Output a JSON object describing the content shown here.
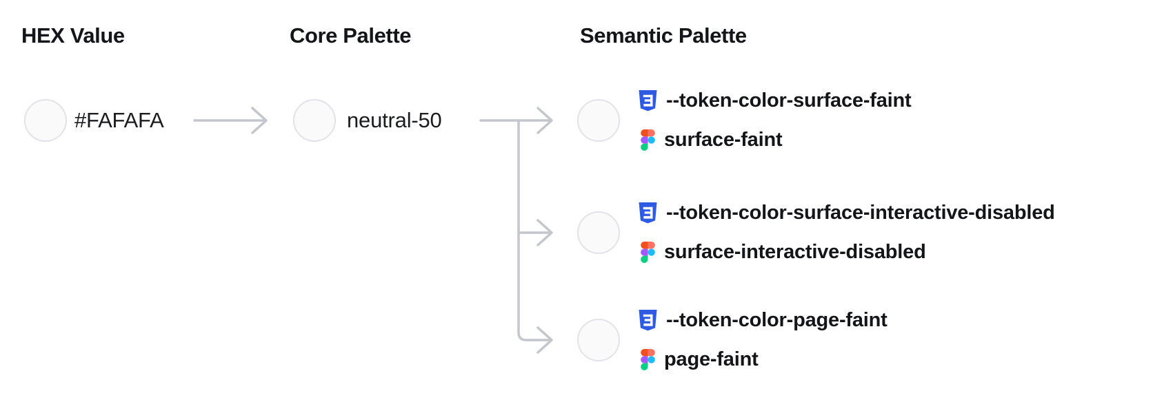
{
  "columns": [
    {
      "title": "HEX Value"
    },
    {
      "title": "Core Palette"
    },
    {
      "title": "Semantic Palette"
    }
  ],
  "hex": {
    "label": "#FAFAFA",
    "swatch_color": "#FAFAFA"
  },
  "core": {
    "label": "neutral-50",
    "swatch_color": "#FAFAFA"
  },
  "semantic_tokens": [
    {
      "css": "--token-color-surface-faint",
      "figma": "surface-faint",
      "swatch_color": "#FAFAFA"
    },
    {
      "css": "--token-color-surface-interactive-disabled",
      "figma": "surface-interactive-disabled",
      "swatch_color": "#FAFAFA"
    },
    {
      "css": "--token-color-page-faint",
      "figma": "page-faint",
      "swatch_color": "#FAFAFA"
    }
  ],
  "icons": {
    "css": "css3-shield-icon",
    "figma": "figma-logo-icon"
  },
  "colors": {
    "background": "#FFFFFF",
    "text": "#17181A",
    "arrow": "#C3C6CC",
    "swatch_fill": "#FAFAFA",
    "swatch_border": "#E2E3E8",
    "css_icon_blue": "#2D5BE3",
    "figma_red": "#F24E1E",
    "figma_salmon": "#FF7262",
    "figma_purple": "#A259FF",
    "figma_blue": "#1ABCFE",
    "figma_green": "#0ACF83"
  }
}
